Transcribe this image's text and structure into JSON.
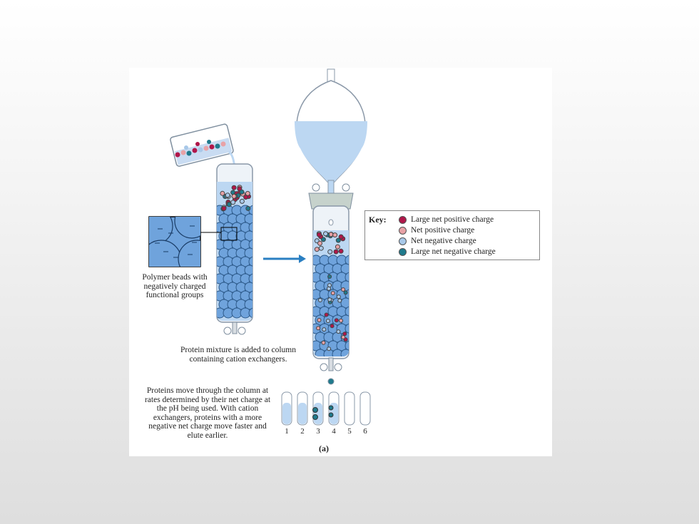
{
  "figure": {
    "beads_caption": "Polymer beads with negatively charged functional groups",
    "added_caption": "Protein mixture is added to column containing cation exchangers.",
    "moves_caption": "Proteins move through the column at rates determined by their net charge at the pH being used. With cation exchangers, proteins with a more negative net charge move faster and elute earlier.",
    "panel_label": "(a)",
    "tube_numbers": [
      "1",
      "2",
      "3",
      "4",
      "5",
      "6"
    ]
  },
  "key": {
    "title": "Key:",
    "items": [
      {
        "label": "Large net positive charge",
        "color": "#b0174a"
      },
      {
        "label": "Net positive charge",
        "color": "#e8a2a6"
      },
      {
        "label": "Net negative charge",
        "color": "#a8c8e8"
      },
      {
        "label": "Large net negative charge",
        "color": "#1f7a8c"
      }
    ]
  },
  "colors": {
    "liquid": "#bcd7f2",
    "bead": "#6fa3dc",
    "arrow": "#2a7fc2"
  }
}
